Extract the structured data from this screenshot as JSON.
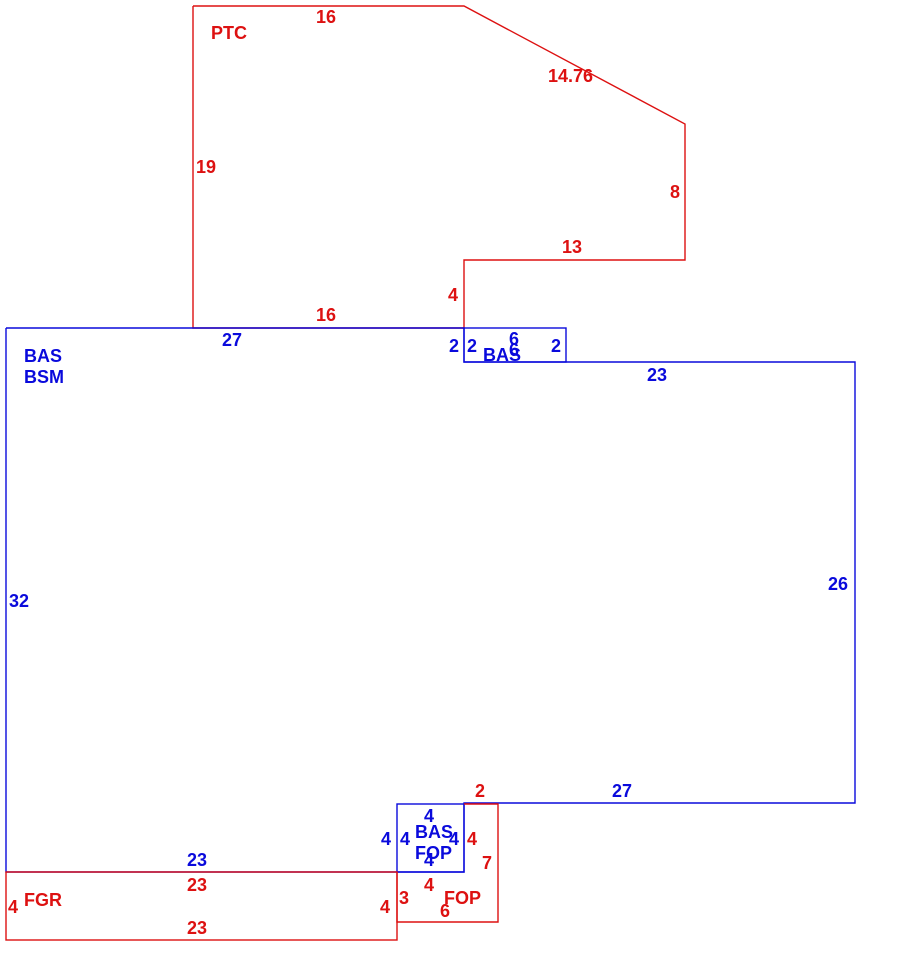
{
  "colors": {
    "red": "#dd1111",
    "blue": "#0a0adc",
    "background": "#ffffff"
  },
  "areas": {
    "ptc": {
      "code": "PTC"
    },
    "bas_main": {
      "code_1": "BAS",
      "code_2": "BSM"
    },
    "bas_small_top": {
      "code": "BAS"
    },
    "bas_small_bottom": {
      "code_1": "BAS",
      "code_2": "FOP"
    },
    "fgr": {
      "code": "FGR"
    },
    "fop": {
      "code": "FOP"
    }
  },
  "dims": {
    "ptc_top": "16",
    "ptc_diag": "14.76",
    "ptc_right": "8",
    "ptc_step_top": "13",
    "ptc_step_left": "4",
    "ptc_left": "19",
    "ptc_bottom": "16",
    "bas_top_left": "27",
    "bas_top_right": "23",
    "bas_right": "26",
    "bas_bottom_right": "27",
    "bas_left": "32",
    "bas_bottom_left": "23",
    "bump_left_a": "2",
    "bump_left_b": "2",
    "bump_top": "6",
    "bump_mid": "6",
    "bump_right": "2",
    "small_top": "4",
    "small_left_outer": "4",
    "small_left_inner": "4",
    "small_right_inner": "4",
    "small_bottom": "4",
    "fop_top": "2",
    "fop_right_a": "4",
    "fop_right_b": "7",
    "fop_left": "3",
    "fop_inner": "4",
    "fop_bottom": "6",
    "fgr_top": "23",
    "fgr_bottom": "23",
    "fgr_left": "4",
    "fgr_right": "4"
  }
}
